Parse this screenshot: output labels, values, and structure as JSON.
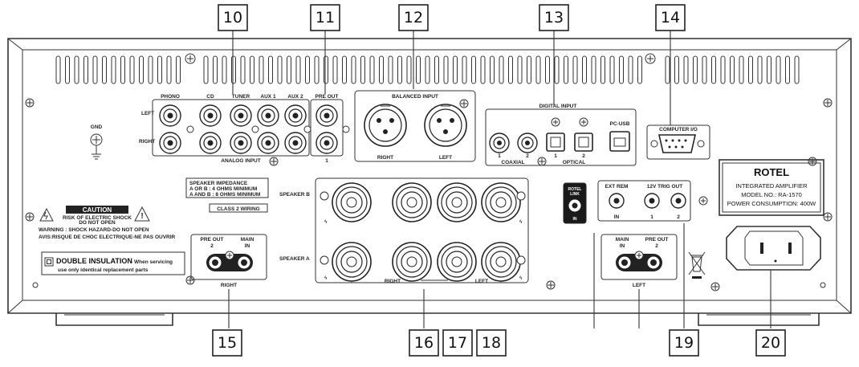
{
  "callouts": {
    "c10": "10",
    "c11": "11",
    "c12": "12",
    "c13": "13",
    "c14": "14",
    "c15": "15",
    "c16": "16",
    "c17": "17",
    "c18": "18",
    "c19": "19",
    "c20": "20"
  },
  "analog": {
    "phono": "PHONO",
    "cd": "CD",
    "tuner": "TUNER",
    "aux1": "AUX 1",
    "aux2": "AUX 2",
    "left": "LEFT",
    "right": "RIGHT",
    "analog_input": "ANALOG INPUT",
    "pre_out": "PRE OUT",
    "pre_out_num": "1",
    "gnd": "GND"
  },
  "balanced": {
    "title": "BALANCED INPUT",
    "right": "RIGHT",
    "left": "LEFT"
  },
  "digital": {
    "title": "DIGITAL INPUT",
    "pcusb": "PC-USB",
    "coaxial": "COAXIAL",
    "optical": "OPTICAL",
    "n1a": "1",
    "n2a": "2",
    "n1b": "1",
    "n2b": "2"
  },
  "computer": {
    "label": "COMPUTER I/O"
  },
  "rating": {
    "brand": "ROTEL",
    "line1": "INTEGRATED AMPLIFIER",
    "line2": "MODEL NO.: RA-1570",
    "line3": "POWER CONSUMPTION: 400W"
  },
  "caution": {
    "title": "CAUTION",
    "sub1": "RISK OF ELECTRIC SHOCK",
    "sub2": "DO NOT OPEN",
    "warn1": "WARNING : SHOCK HAZARD-DO NOT OPEN",
    "warn2": "AVIS:RISQUE DE CHOC ELECTRIQUE-NE PAS OUVRIR",
    "double_title": "DOUBLE INSULATION",
    "double_rest": "- When servicing",
    "double_line2": "use only identical replacement parts"
  },
  "speaker": {
    "imp_title": "SPEAKER IMPEDANCE",
    "imp_line1": "A OR B : 4 OHMS MINIMUM",
    "imp_line2": "A AND B : 8 OHMS MINIMUM",
    "class2": "CLASS 2 WIRING",
    "spk_b": "SPEAKER B",
    "spk_a": "SPEAKER A",
    "plus_l": "+",
    "right": "RIGHT",
    "minus_r": "−",
    "minus_l": "−",
    "left": "LEFT",
    "plus_r": "+"
  },
  "preout2": {
    "pre_out": "PRE OUT",
    "two": "2",
    "main": "MAIN",
    "in": "IN",
    "right": "RIGHT"
  },
  "rotel_link": {
    "l1": "ROTEL",
    "l2": "LINK",
    "in": "IN"
  },
  "trig": {
    "ext_rem": "EXT REM",
    "trig_out": "12V TRIG OUT",
    "in": "IN",
    "t1": "1",
    "t2": "2"
  },
  "mainin_left": {
    "main": "MAIN",
    "in": "IN",
    "pre_out": "PRE OUT",
    "two": "2",
    "left": "LEFT"
  }
}
